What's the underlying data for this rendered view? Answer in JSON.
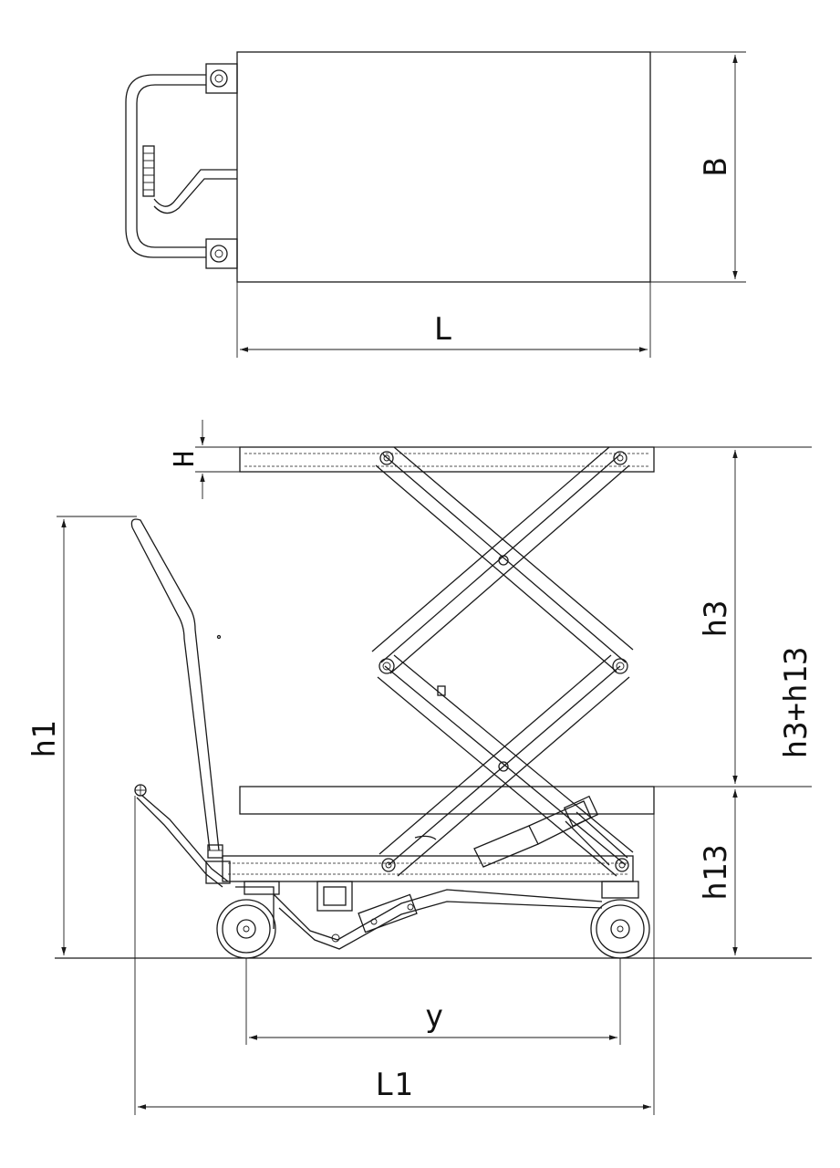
{
  "colors": {
    "line": "#1a1a1a",
    "background": "#ffffff"
  },
  "views": {
    "top": {
      "labels": {
        "length": "L",
        "width": "B"
      }
    },
    "side": {
      "labels": {
        "platform_thickness": "H",
        "handle_height": "h1",
        "lift_stroke": "h3",
        "max_height": "h3+h13",
        "min_height": "h13",
        "wheelbase": "y",
        "overall_length": "L1"
      }
    }
  }
}
